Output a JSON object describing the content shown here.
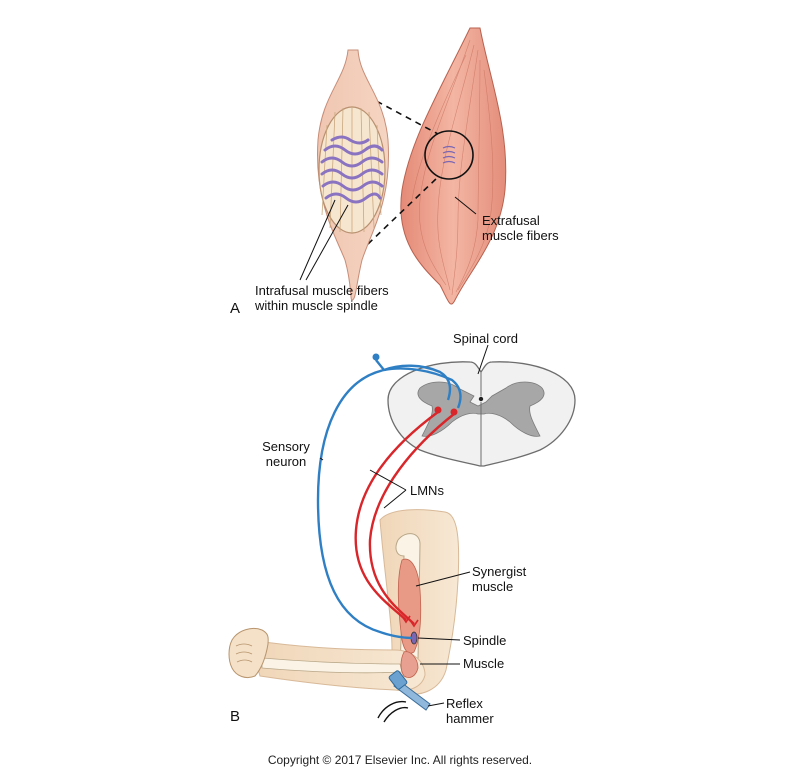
{
  "panel_a": {
    "letter": "A",
    "label_intrafusal_line1": "Intrafusal muscle fibers",
    "label_intrafusal_line2": "within muscle spindle",
    "label_extrafusal_line1": "Extrafusal",
    "label_extrafusal_line2": "muscle fibers"
  },
  "panel_b": {
    "letter": "B",
    "label_spinal_cord": "Spinal cord",
    "label_sensory_line1": "Sensory",
    "label_sensory_line2": "neuron",
    "label_lmns": "LMNs",
    "label_synergist_line1": "Synergist",
    "label_synergist_line2": "muscle",
    "label_spindle": "Spindle",
    "label_muscle": "Muscle",
    "label_reflex_line1": "Reflex",
    "label_reflex_line2": "hammer"
  },
  "copyright": "Copyright © 2017 Elsevier Inc. All rights reserved.",
  "colors": {
    "muscle": "#e9a08e",
    "spindle_fiber": "#8a73c0",
    "sensory_neuron": "#2f7fc4",
    "motor_neuron": "#d9262a",
    "gray_matter": "#a7a7a7",
    "skin": "#f1dcc0"
  }
}
